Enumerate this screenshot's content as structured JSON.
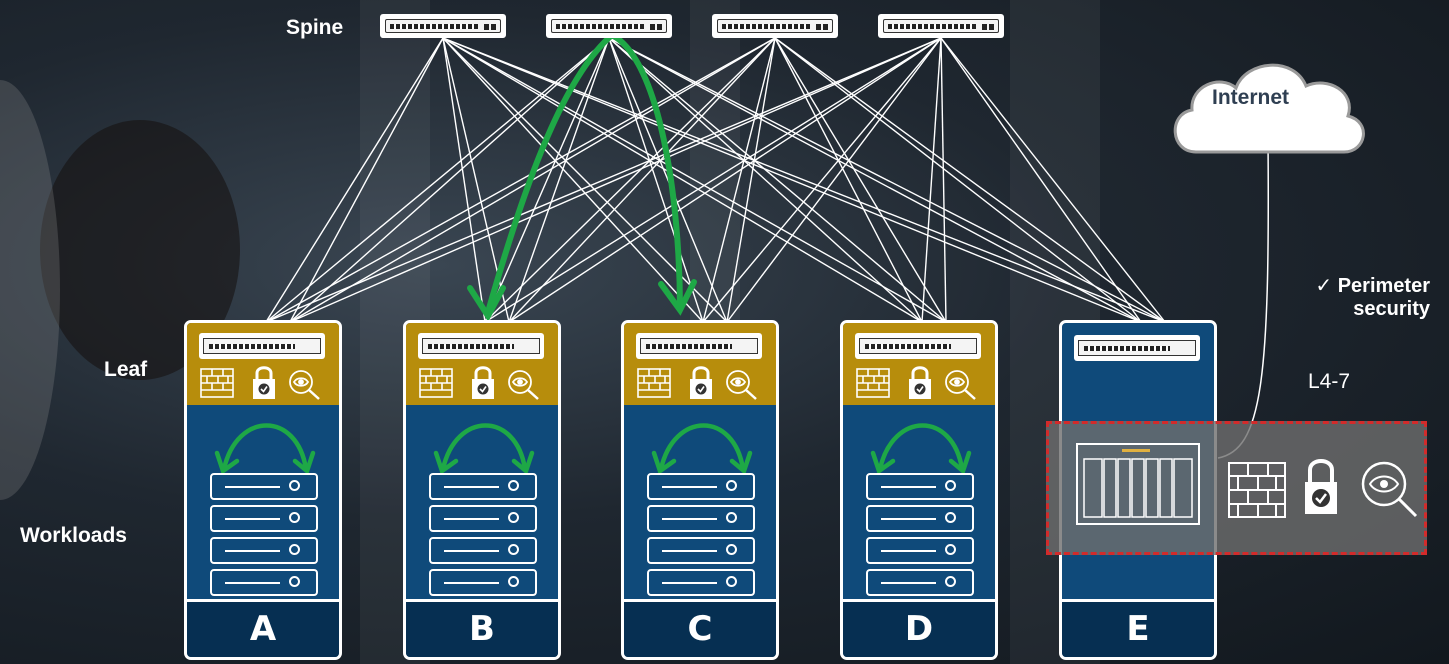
{
  "labels": {
    "spine": "Spine",
    "leaf": "Leaf",
    "workloads": "Workloads",
    "internet": "Internet",
    "perimeter_check": "✓",
    "perimeter_line1": "Perimeter",
    "perimeter_line2": "security",
    "l47": "L4-7"
  },
  "racks": [
    {
      "id": "A",
      "label": "A",
      "leaf_security": true
    },
    {
      "id": "B",
      "label": "B",
      "leaf_security": true
    },
    {
      "id": "C",
      "label": "C",
      "leaf_security": true
    },
    {
      "id": "D",
      "label": "D",
      "leaf_security": true
    },
    {
      "id": "E",
      "label": "E",
      "leaf_security": false
    }
  ],
  "spine_switches": [
    "spine-1",
    "spine-2",
    "spine-3",
    "spine-4"
  ],
  "icons": [
    "firewall-icon",
    "lock-icon",
    "inspection-icon",
    "switch-icon",
    "server-icon",
    "cloud-icon",
    "chassis-icon"
  ],
  "colors": {
    "leaf_gold": "#b78d0c",
    "rack_blue": "#0f4a7a",
    "rack_label_blue": "#062f52",
    "traffic_green": "#1ea846",
    "perimeter_red": "#d22b2b",
    "link_white": "#ffffff"
  }
}
